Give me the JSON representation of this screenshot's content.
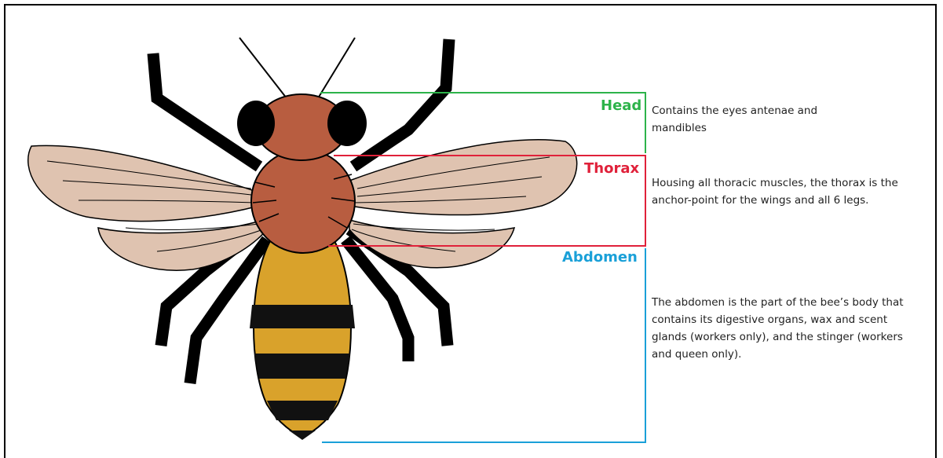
{
  "parts": {
    "head": {
      "label": "Head",
      "color": "#2db34a",
      "description": "Contains the eyes antenae and mandibles"
    },
    "thorax": {
      "label": "Thorax",
      "color": "#e0213a",
      "description": "Housing all thoracic muscles, the thorax is the anchor-point for the wings and all 6 legs."
    },
    "abdomen": {
      "label": "Abdomen",
      "color": "#1aa0d8",
      "description": "The abdomen is the part of the bee’s body that contains its digestive organs, wax and scent glands (workers only), and the stinger (workers and queen only)."
    }
  },
  "colors": {
    "wing": "#dfc3b0",
    "head_thorax": "#b85d40",
    "abdomen_yellow": "#d9a22b",
    "stripe": "#111111",
    "outline": "#000000"
  }
}
